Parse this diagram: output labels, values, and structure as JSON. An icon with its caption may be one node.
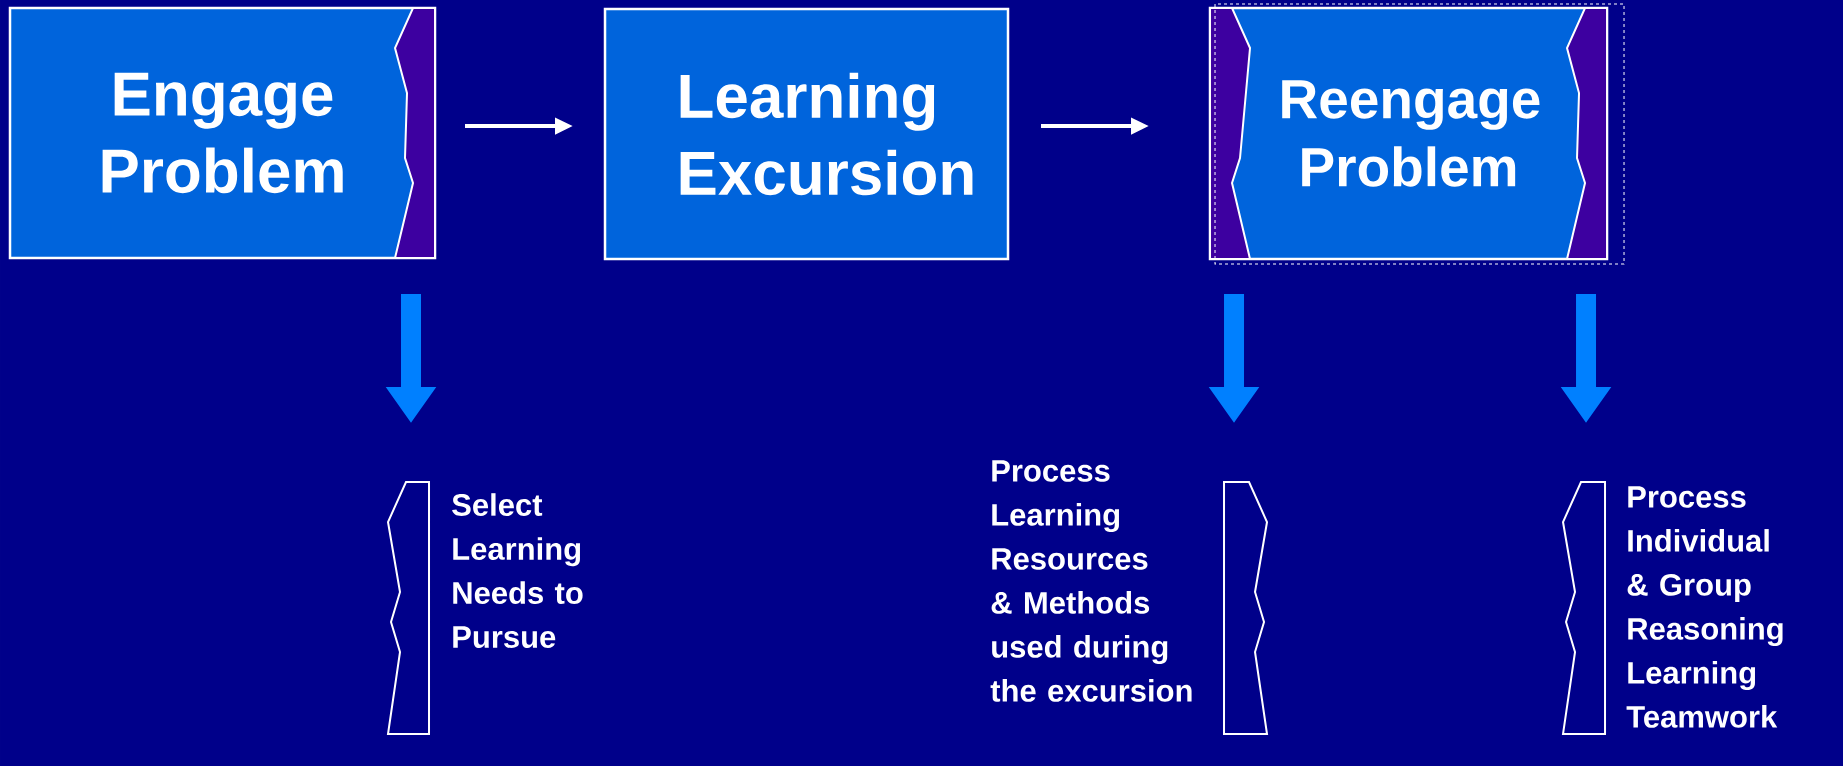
{
  "diagram": {
    "nodes": [
      {
        "text": [
          "Engage Problem"
        ]
      },
      {
        "text": [
          "Learning Excursion"
        ]
      },
      {
        "text": [
          "Reengage Problem"
        ]
      },
      {
        "text": [
          "Select Learning Needs to Pursue"
        ]
      },
      {
        "text": [
          "Process Learning Resources & Methods used during the excursion"
        ]
      },
      {
        "text": [
          "Process Individual & Group Reasoning Learning Teamwork"
        ]
      }
    ],
    "edges": [
      {
        "from": 0,
        "to": 1,
        "arrow": "to",
        "color": "#ffffff"
      },
      {
        "from": 1,
        "to": 2,
        "arrow": "to",
        "color": "#ffffff"
      },
      {
        "from": 0,
        "to": 3,
        "arrow": "to",
        "color": "#0080ff"
      },
      {
        "from": 2,
        "to": 4,
        "arrow": "to",
        "color": "#0080ff"
      },
      {
        "from": 2,
        "to": 5,
        "arrow": "to",
        "color": "#0080ff"
      }
    ]
  }
}
